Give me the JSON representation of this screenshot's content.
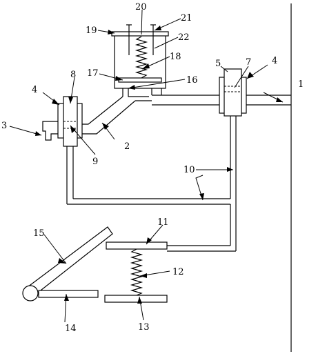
{
  "labels": {
    "l1": "1",
    "l2": "2",
    "l3": "3",
    "l4a": "4",
    "l4b": "4",
    "l5": "5",
    "l7": "7",
    "l8": "8",
    "l9": "9",
    "l10": "10",
    "l11": "11",
    "l12": "12",
    "l13": "13",
    "l14": "14",
    "l15": "15",
    "l16": "16",
    "l17": "17",
    "l18": "18",
    "l19": "19",
    "l20": "20",
    "l21": "21",
    "l22": "22"
  }
}
